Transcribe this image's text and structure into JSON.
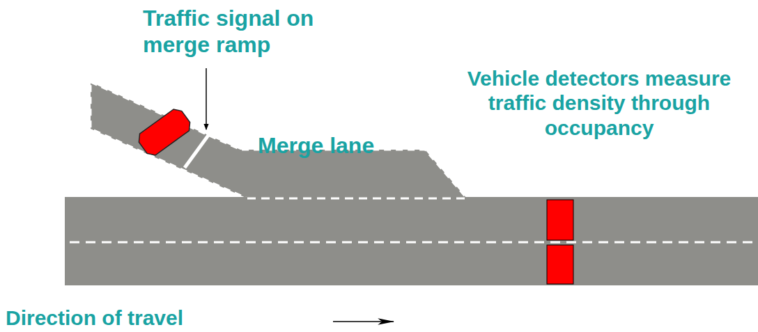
{
  "diagram": {
    "labels": [
      "Traffic signal on merge ramp",
      "Merge lane",
      "Vehicle detectors measure traffic density through occupancy",
      "Direction of travel"
    ]
  }
}
